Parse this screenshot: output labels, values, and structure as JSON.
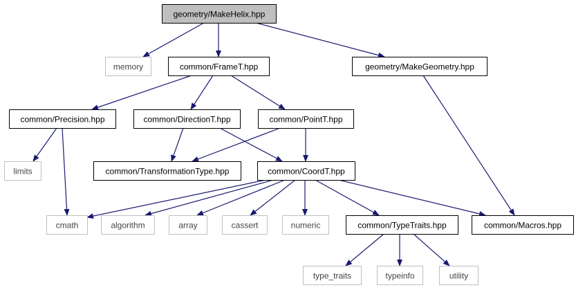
{
  "colors": {
    "edge": "#191970",
    "header_fill": "#bfbfbf",
    "project_border": "#000000",
    "system_border": "#bfbfbf",
    "text_project": "#000000",
    "text_system": "#444444"
  },
  "nodes": [
    {
      "id": "make-helix",
      "label": "geometry/MakeHelix.hpp",
      "kind": "header"
    },
    {
      "id": "memory",
      "label": "memory",
      "kind": "system"
    },
    {
      "id": "frame-t",
      "label": "common/FrameT.hpp",
      "kind": "project"
    },
    {
      "id": "make-geometry",
      "label": "geometry/MakeGeometry.hpp",
      "kind": "project"
    },
    {
      "id": "precision",
      "label": "common/Precision.hpp",
      "kind": "project"
    },
    {
      "id": "direction-t",
      "label": "common/DirectionT.hpp",
      "kind": "project"
    },
    {
      "id": "point-t",
      "label": "common/PointT.hpp",
      "kind": "project"
    },
    {
      "id": "limits",
      "label": "limits",
      "kind": "system"
    },
    {
      "id": "transformation-type",
      "label": "common/TransformationType.hpp",
      "kind": "project"
    },
    {
      "id": "coord-t",
      "label": "common/CoordT.hpp",
      "kind": "project"
    },
    {
      "id": "cmath",
      "label": "cmath",
      "kind": "system"
    },
    {
      "id": "algorithm",
      "label": "algorithm",
      "kind": "system"
    },
    {
      "id": "array",
      "label": "array",
      "kind": "system"
    },
    {
      "id": "cassert",
      "label": "cassert",
      "kind": "system"
    },
    {
      "id": "numeric",
      "label": "numeric",
      "kind": "system"
    },
    {
      "id": "type-traits-hpp",
      "label": "common/TypeTraits.hpp",
      "kind": "project"
    },
    {
      "id": "macros",
      "label": "common/Macros.hpp",
      "kind": "project"
    },
    {
      "id": "type-traits",
      "label": "type_traits",
      "kind": "system"
    },
    {
      "id": "typeinfo",
      "label": "typeinfo",
      "kind": "system"
    },
    {
      "id": "utility",
      "label": "utility",
      "kind": "system"
    }
  ],
  "edges": [
    [
      "make-helix",
      "memory"
    ],
    [
      "make-helix",
      "frame-t"
    ],
    [
      "make-helix",
      "make-geometry"
    ],
    [
      "frame-t",
      "precision"
    ],
    [
      "frame-t",
      "direction-t"
    ],
    [
      "frame-t",
      "point-t"
    ],
    [
      "make-geometry",
      "macros"
    ],
    [
      "precision",
      "limits"
    ],
    [
      "precision",
      "cmath"
    ],
    [
      "direction-t",
      "transformation-type"
    ],
    [
      "direction-t",
      "coord-t"
    ],
    [
      "point-t",
      "transformation-type"
    ],
    [
      "point-t",
      "coord-t"
    ],
    [
      "coord-t",
      "cmath"
    ],
    [
      "coord-t",
      "algorithm"
    ],
    [
      "coord-t",
      "array"
    ],
    [
      "coord-t",
      "cassert"
    ],
    [
      "coord-t",
      "numeric"
    ],
    [
      "coord-t",
      "type-traits-hpp"
    ],
    [
      "coord-t",
      "macros"
    ],
    [
      "type-traits-hpp",
      "type-traits"
    ],
    [
      "type-traits-hpp",
      "typeinfo"
    ],
    [
      "type-traits-hpp",
      "utility"
    ]
  ]
}
